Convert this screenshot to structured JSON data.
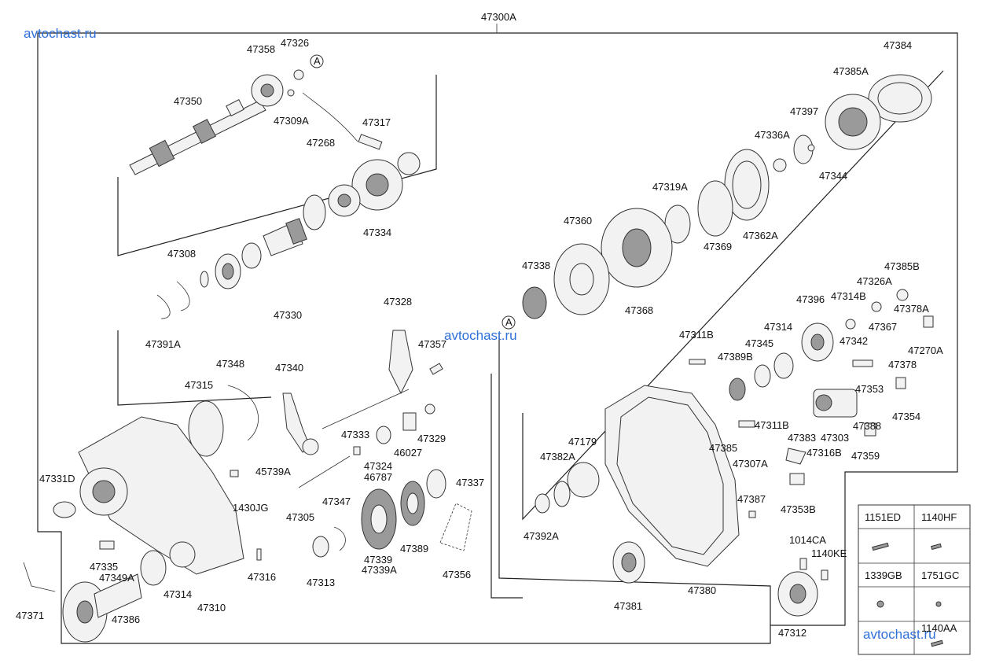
{
  "watermarks": [
    "avtochast.ru",
    "avtochast.ru",
    "avtochast.ru"
  ],
  "labels": {
    "assembly": "47300A",
    "p47358": "47358",
    "p47326": "47326",
    "pA1": "A",
    "p47350": "47350",
    "p47309A": "47309A",
    "p47317": "47317",
    "p47268": "47268",
    "p47334": "47334",
    "p47308": "47308",
    "p47330": "47330",
    "p47391A": "47391A",
    "p47348": "47348",
    "p47315": "47315",
    "p47340": "47340",
    "p47328": "47328",
    "p47357": "47357",
    "pA2": "A",
    "p47333": "47333",
    "p47329": "47329",
    "p46027": "46027",
    "p47324": "47324",
    "p46787": "46787",
    "p45739A": "45739A",
    "p47331D": "47331D",
    "p1430JG": "1430JG",
    "p47305": "47305",
    "p47347": "47347",
    "p47337": "47337",
    "p47335": "47335",
    "p47349A": "47349A",
    "p47314a": "47314",
    "p47310": "47310",
    "p47316": "47316",
    "p47313": "47313",
    "p47339": "47339",
    "p47339A": "47339A",
    "p47389": "47389",
    "p47356": "47356",
    "p47371": "47371",
    "p47386": "47386",
    "p47384": "47384",
    "p47385A": "47385A",
    "p47397": "47397",
    "p47336A": "47336A",
    "p47344": "47344",
    "p47319A": "47319A",
    "p47362A": "47362A",
    "p47369": "47369",
    "p47360": "47360",
    "p47338": "47338",
    "p47368": "47368",
    "p47385B": "47385B",
    "p47326A": "47326A",
    "p47314B": "47314B",
    "p47378A": "47378A",
    "p47396": "47396",
    "p47367": "47367",
    "p47270A": "47270A",
    "p47311B": "47311B",
    "p47314b": "47314",
    "p47342": "47342",
    "p47378": "47378",
    "p47345": "47345",
    "p47389B": "47389B",
    "p47353": "47353",
    "p47354": "47354",
    "p47311B2": "47311B",
    "p47388": "47388",
    "p47383": "47383",
    "p47303": "47303",
    "p47179": "47179",
    "p47385": "47385",
    "p47359": "47359",
    "p47307A": "47307A",
    "p47316B": "47316B",
    "p47382A": "47382A",
    "p47353B": "47353B",
    "p47387": "47387",
    "p47392A": "47392A",
    "p1014CA": "1014CA",
    "p1140KE": "1140KE",
    "p47381": "47381",
    "p47380": "47380",
    "p47312": "47312"
  },
  "fastener_table": {
    "cells": [
      "1151ED",
      "1140HF",
      "1339GB",
      "1751GC",
      "1140AA"
    ]
  }
}
